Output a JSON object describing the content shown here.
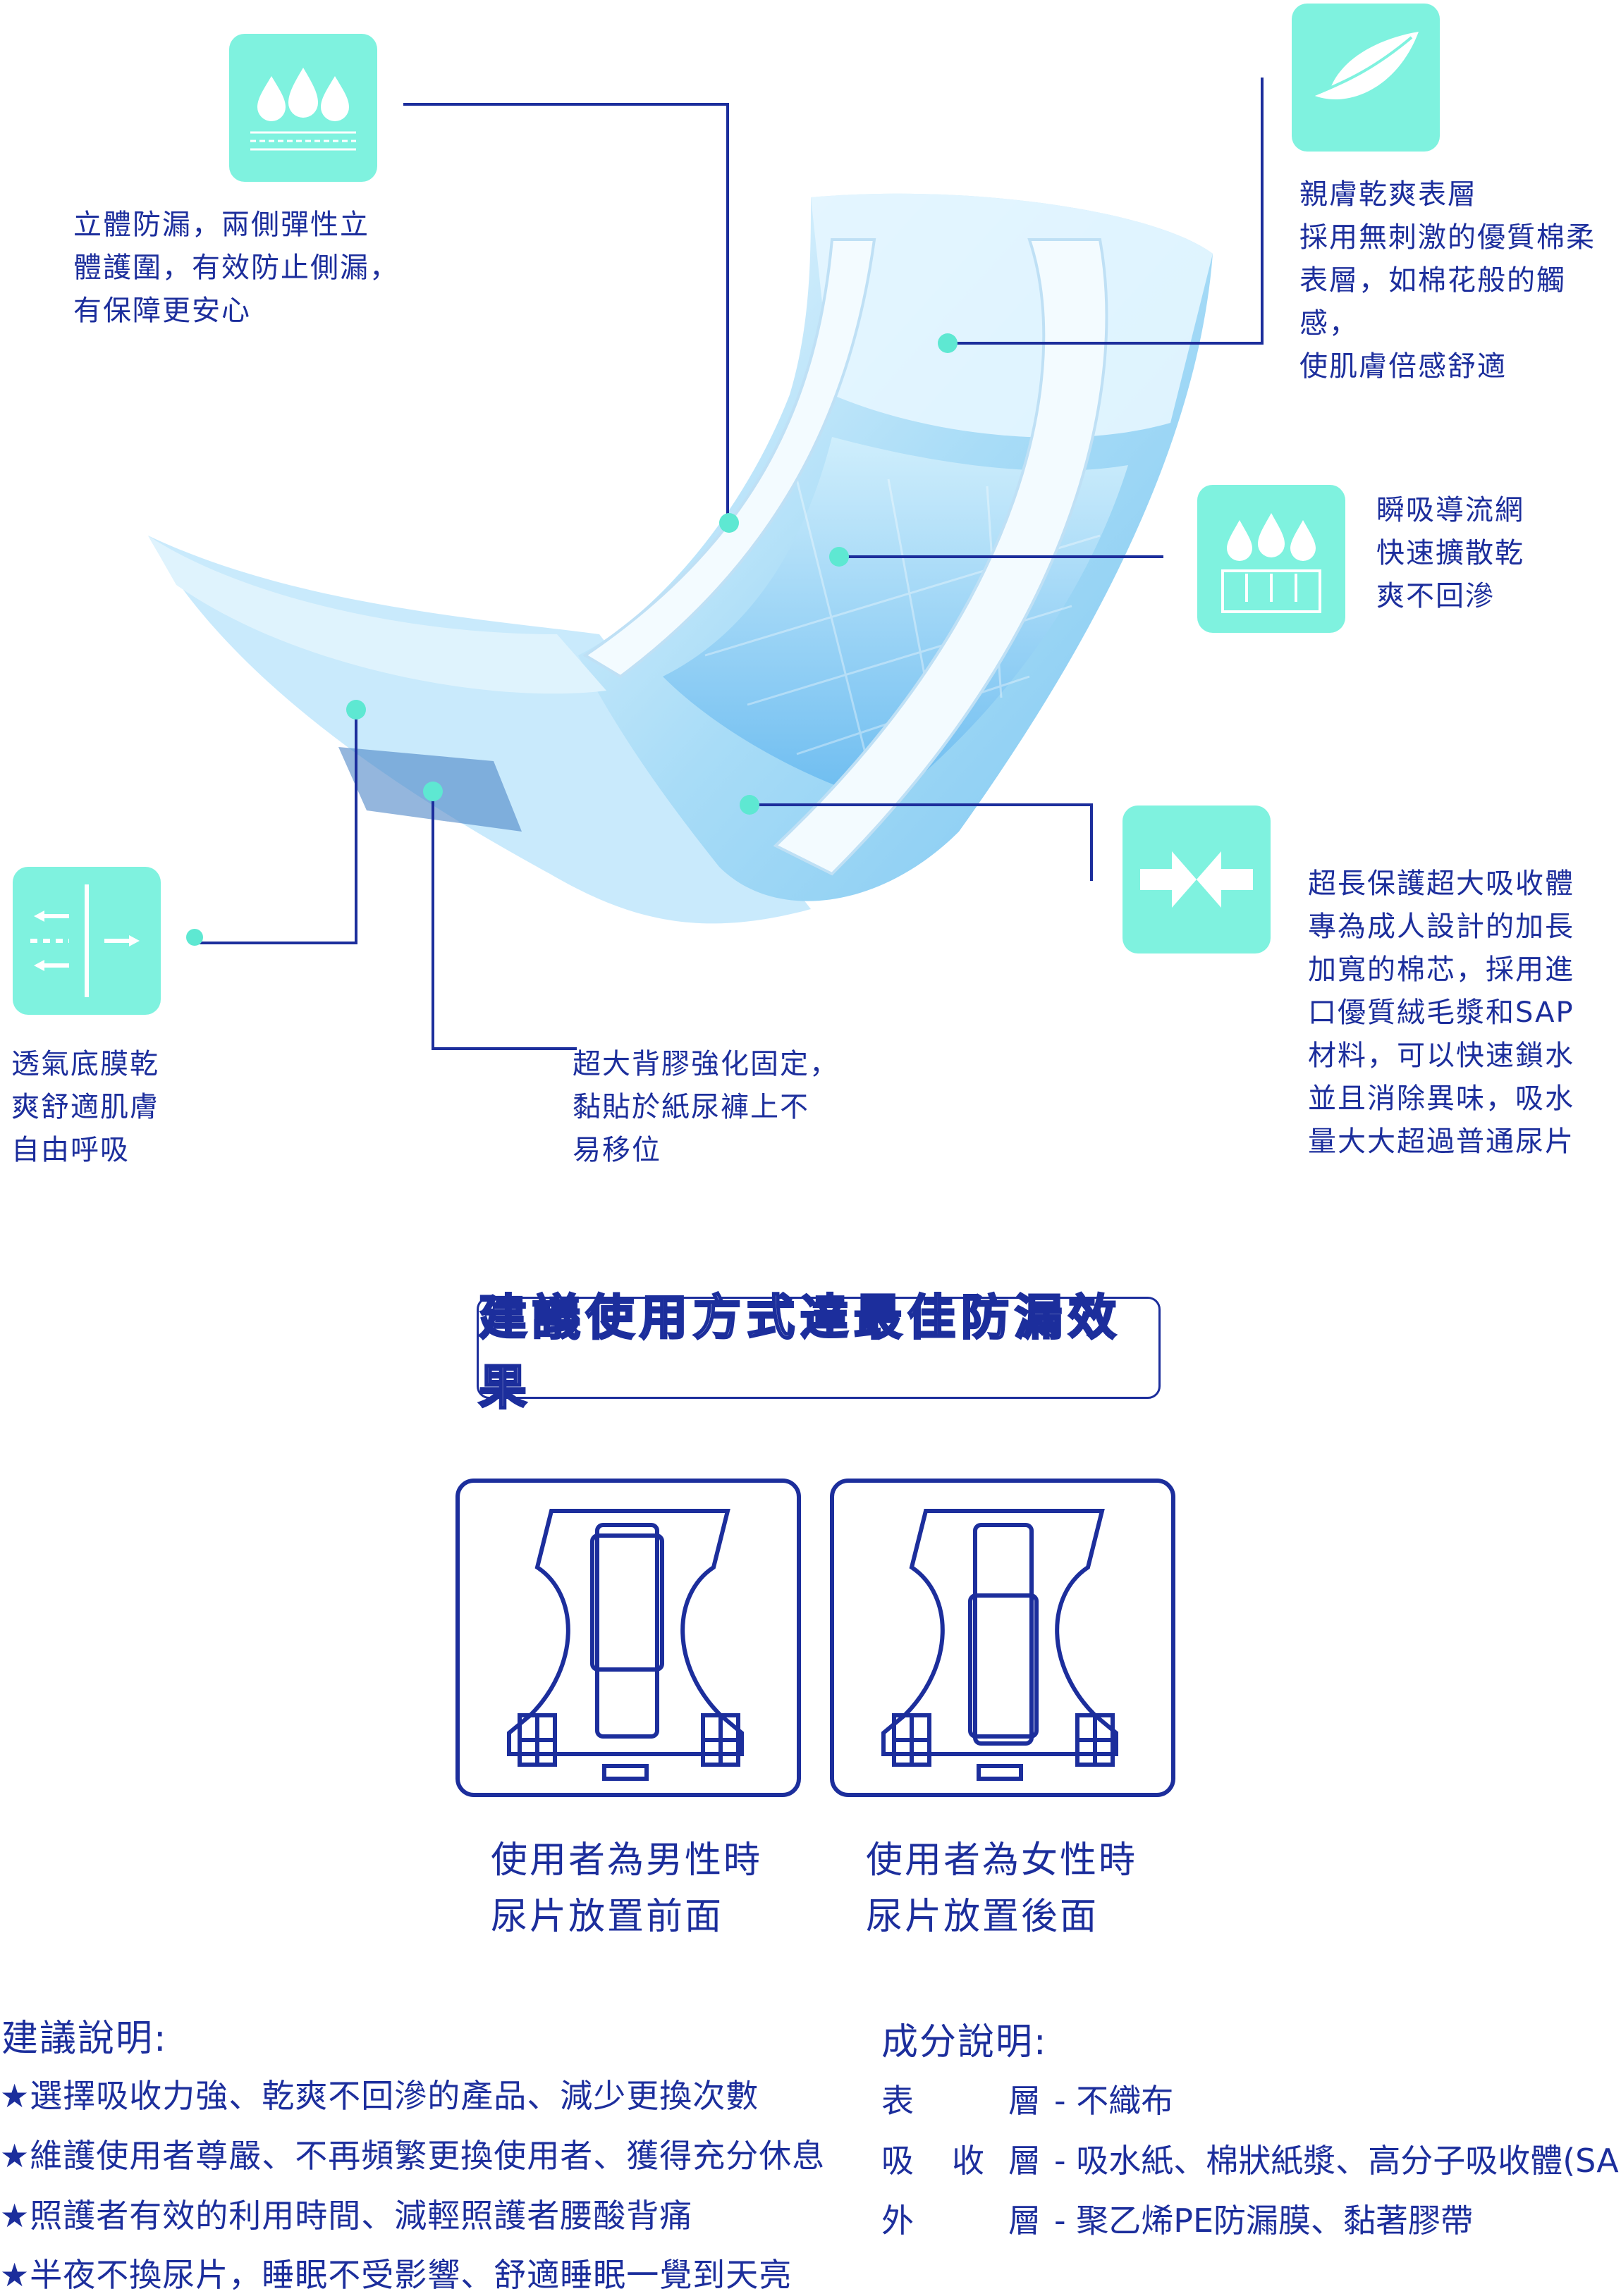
{
  "features": [
    {
      "id": "leak",
      "text": "立體防漏，兩側彈性立\n體護圍，有效防止側漏，\n有保障更安心",
      "icon": "water-drops-icon"
    },
    {
      "id": "skin",
      "text": "親膚乾爽表層\n採用無刺激的優質棉柔\n表層，如棉花般的觸感，\n使肌膚倍感舒適",
      "icon": "feather-icon"
    },
    {
      "id": "absorb",
      "text": "瞬吸導流網\n快速擴散乾\n爽不回滲",
      "icon": "absorb-drops-icon"
    },
    {
      "id": "long",
      "text": "超長保護超大吸收體\n專為成人設計的加長\n加寬的棉芯，採用進\n口優質絨毛漿和SAP\n材料，可以快速鎖水\n並且消除異味，吸水\n量大大超過普通尿片",
      "icon": "arrows-inward-icon"
    },
    {
      "id": "breath",
      "text": "透氣底膜乾\n爽舒適肌膚\n自由呼吸",
      "icon": "airflow-icon"
    },
    {
      "id": "tape",
      "text": "超大背膠強化固定，\n黏貼於紙尿褲上不\n易移位"
    }
  ],
  "usage": {
    "title": "建議使用方式達最佳防漏效果",
    "male_caption": "使用者為男性時\n尿片放置前面",
    "female_caption": "使用者為女性時\n尿片放置後面"
  },
  "advice": {
    "heading": "建議說明:",
    "items": [
      "★選擇吸收力強、乾爽不回滲的產品、減少更換次數",
      "★維護使用者尊嚴、不再頻繁更換使用者、獲得充分休息",
      "★照護者有效的利用時間、減輕照護者腰酸背痛",
      "★半夜不換尿片，睡眠不受影響、舒適睡眠一覺到天亮"
    ]
  },
  "composition": {
    "heading": "成分說明:",
    "rows": [
      {
        "a": "表",
        "b": "",
        "c": "層",
        "value": "- 不織布"
      },
      {
        "a": "吸",
        "b": "收",
        "c": "層",
        "value": "- 吸水紙、棉狀紙漿、高分子吸收體(SAP)"
      },
      {
        "a": "外",
        "b": "",
        "c": "層",
        "value": "- 聚乙烯PE防漏膜、黏著膠帶"
      }
    ]
  },
  "colors": {
    "navy": "#1c2e9c",
    "mint": "#7ff2df",
    "pad_blue": "#8fd0f5"
  }
}
